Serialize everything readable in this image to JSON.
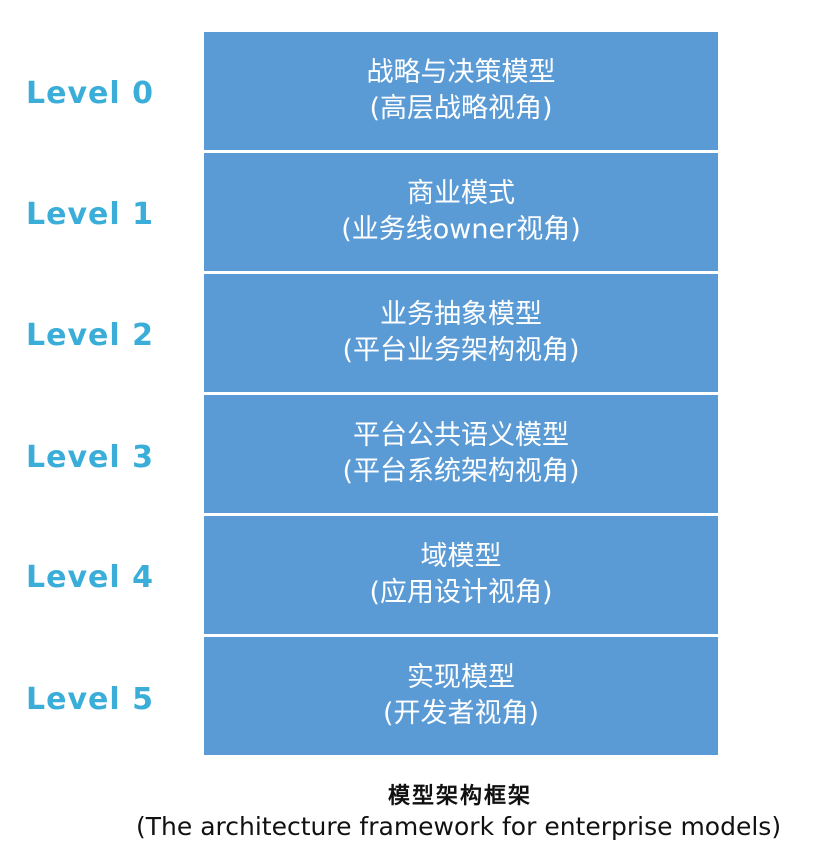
{
  "levels": [
    {
      "label": "Level 0",
      "title": "战略与决策模型",
      "subtitle": "(高层战略视角)"
    },
    {
      "label": "Level 1",
      "title": "商业模式",
      "subtitle": "(业务线owner视角)"
    },
    {
      "label": "Level 2",
      "title": "业务抽象模型",
      "subtitle": "(平台业务架构视角)"
    },
    {
      "label": "Level 3",
      "title": "平台公共语义模型",
      "subtitle": "(平台系统架构视角)"
    },
    {
      "label": "Level 4",
      "title": "域模型",
      "subtitle": "(应用设计视角)"
    },
    {
      "label": "Level 5",
      "title": "实现模型",
      "subtitle": "(开发者视角)"
    }
  ],
  "caption": {
    "title": "模型架构框架",
    "subtitle": "(The architecture framework for enterprise models)"
  },
  "colors": {
    "box_fill": "#5b9bd5",
    "level_label": "#3aaed8"
  }
}
